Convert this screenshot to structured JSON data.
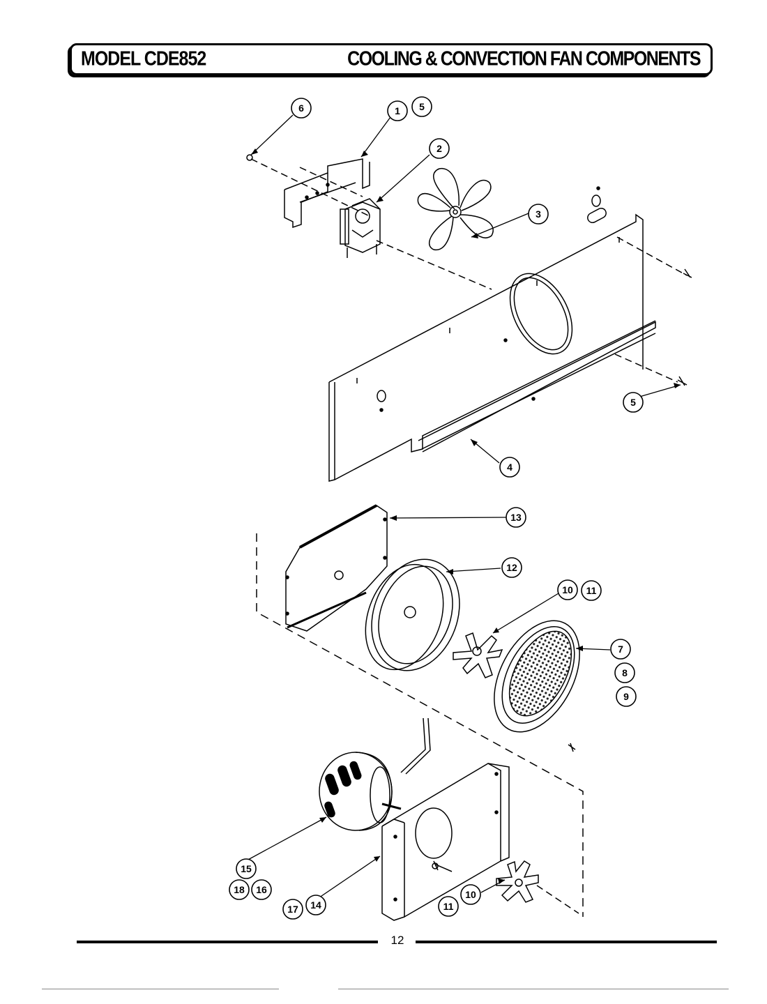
{
  "header": {
    "model": "MODEL CDE852",
    "title": "COOLING & CONVECTION FAN COMPONENTS"
  },
  "callouts": {
    "c1": "1",
    "c5a": "5",
    "c2": "2",
    "c3": "3",
    "c4": "4",
    "c5b": "5",
    "c6": "6",
    "c7": "7",
    "c8": "8",
    "c9": "9",
    "c10a": "10",
    "c11a": "11",
    "c12": "12",
    "c13": "13",
    "c14": "14",
    "c15": "15",
    "c16": "16",
    "c17": "17",
    "c18": "18",
    "c10b": "10",
    "c11b": "11"
  },
  "footer": {
    "page_number": "12"
  }
}
